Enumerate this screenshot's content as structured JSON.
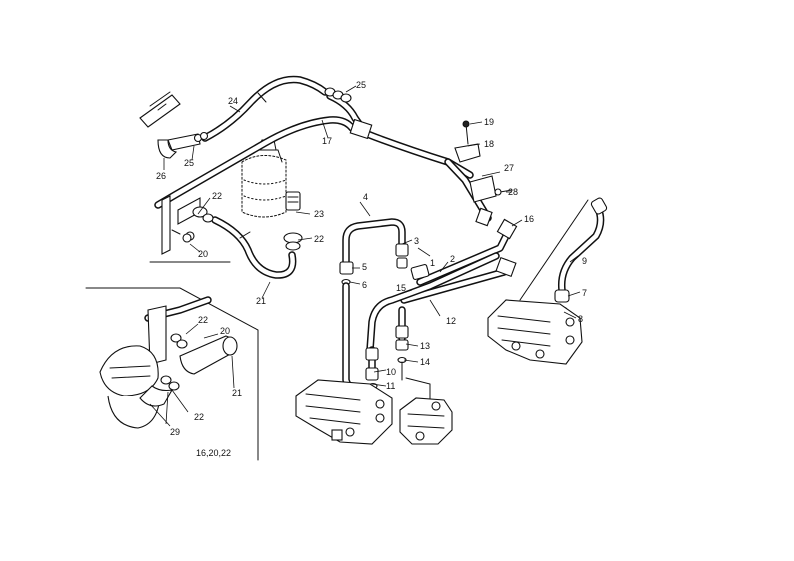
{
  "callouts": {
    "c1": "1",
    "c2": "2",
    "c3": "3",
    "c4": "4",
    "c5": "5",
    "c6": "6",
    "c7": "7",
    "c8": "8",
    "c9": "9",
    "c10": "10",
    "c11": "11",
    "c12": "12",
    "c13": "13",
    "c14": "14",
    "c15": "15",
    "c16": "16",
    "c17": "17",
    "c18": "18",
    "c19": "19",
    "c20": "20",
    "c21": "21",
    "c22": "22",
    "c23": "23",
    "c24": "24",
    "c25": "25",
    "c26": "26",
    "c27": "27",
    "c28": "28",
    "c29": "29"
  },
  "inset": {
    "c20": "20",
    "c21": "21",
    "c22a": "22",
    "c22b": "22",
    "c29": "29",
    "footnote": "16,20,22"
  }
}
